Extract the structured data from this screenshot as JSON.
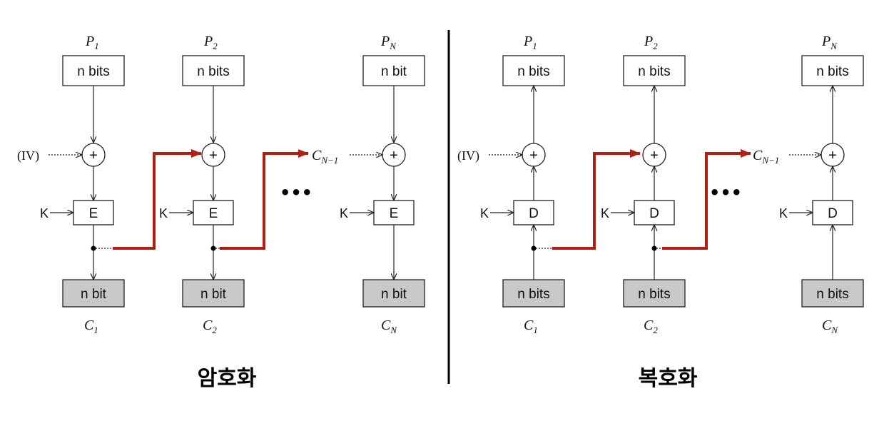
{
  "encryption": {
    "caption": "암호화",
    "plaintexts": [
      {
        "base": "P",
        "sub": "1"
      },
      {
        "base": "P",
        "sub": "2"
      },
      {
        "base": "P",
        "sub": "N"
      }
    ],
    "input_boxes": [
      "n bits",
      "n bits",
      "n bit"
    ],
    "iv_label": "(IV)",
    "chain_label": {
      "base": "C",
      "sub": "N−1"
    },
    "xor_symbol": "+",
    "key_label": "K",
    "cipher_block": "E",
    "output_boxes": [
      "n bit",
      "n bit",
      "n bit"
    ],
    "ciphertexts": [
      {
        "base": "C",
        "sub": "1"
      },
      {
        "base": "C",
        "sub": "2"
      },
      {
        "base": "C",
        "sub": "N"
      }
    ],
    "ellipsis": "•••"
  },
  "decryption": {
    "caption": "복호화",
    "plaintexts": [
      {
        "base": "P",
        "sub": "1"
      },
      {
        "base": "P",
        "sub": "2"
      },
      {
        "base": "P",
        "sub": "N"
      }
    ],
    "output_boxes": [
      "n bits",
      "n bits",
      "n bits"
    ],
    "iv_label": "(IV)",
    "chain_label": {
      "base": "C",
      "sub": "N−1"
    },
    "xor_symbol": "+",
    "key_label": "K",
    "cipher_block": "D",
    "input_boxes": [
      "n bits",
      "n bits",
      "n bits"
    ],
    "ciphertexts": [
      {
        "base": "C",
        "sub": "1"
      },
      {
        "base": "C",
        "sub": "2"
      },
      {
        "base": "C",
        "sub": "N"
      }
    ],
    "ellipsis": "•••"
  },
  "colors": {
    "chain_arrow": "#b11e12",
    "shaded_box": "#c8c8c8"
  }
}
